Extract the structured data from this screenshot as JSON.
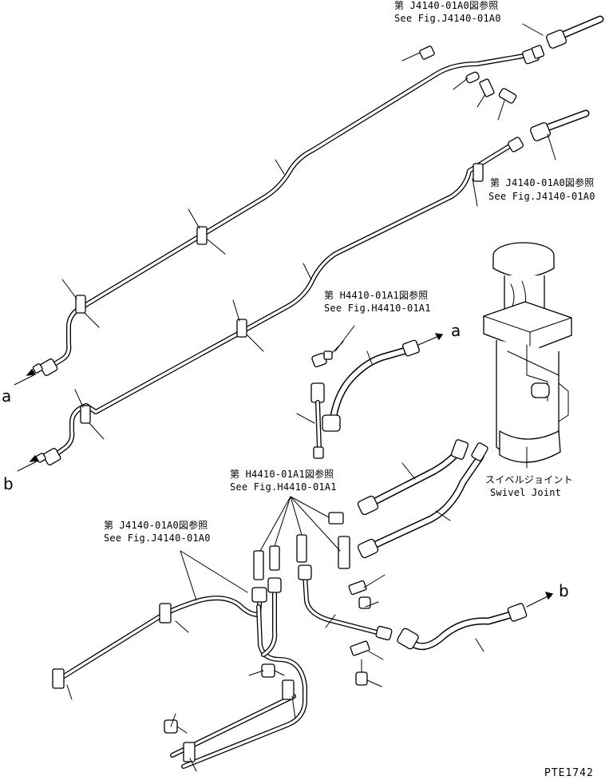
{
  "references": {
    "j4140_top": {
      "jp": "第 J4140-01A0図参照",
      "en": "See Fig.J4140-01A0"
    },
    "j4140_right": {
      "jp": "第 J4140-01A0図参照",
      "en": "See Fig.J4140-01A0"
    },
    "h4410_upper": {
      "jp": "第 H4410-01A1図参照",
      "en": "See Fig.H4410-01A1"
    },
    "h4410_lower": {
      "jp": "第 H4410-01A1図参照",
      "en": "See Fig.H4410-01A1"
    },
    "j4140_lower": {
      "jp": "第 J4140-01A0図参照",
      "en": "See Fig.J4140-01A0"
    }
  },
  "swivel_joint": {
    "jp": "スイベルジョイント",
    "en": "Swivel Joint"
  },
  "connection_letters": {
    "a_right": "a",
    "a_left": "a",
    "b_left": "b",
    "b_right": "b"
  },
  "drawing_code": "PTE1742"
}
